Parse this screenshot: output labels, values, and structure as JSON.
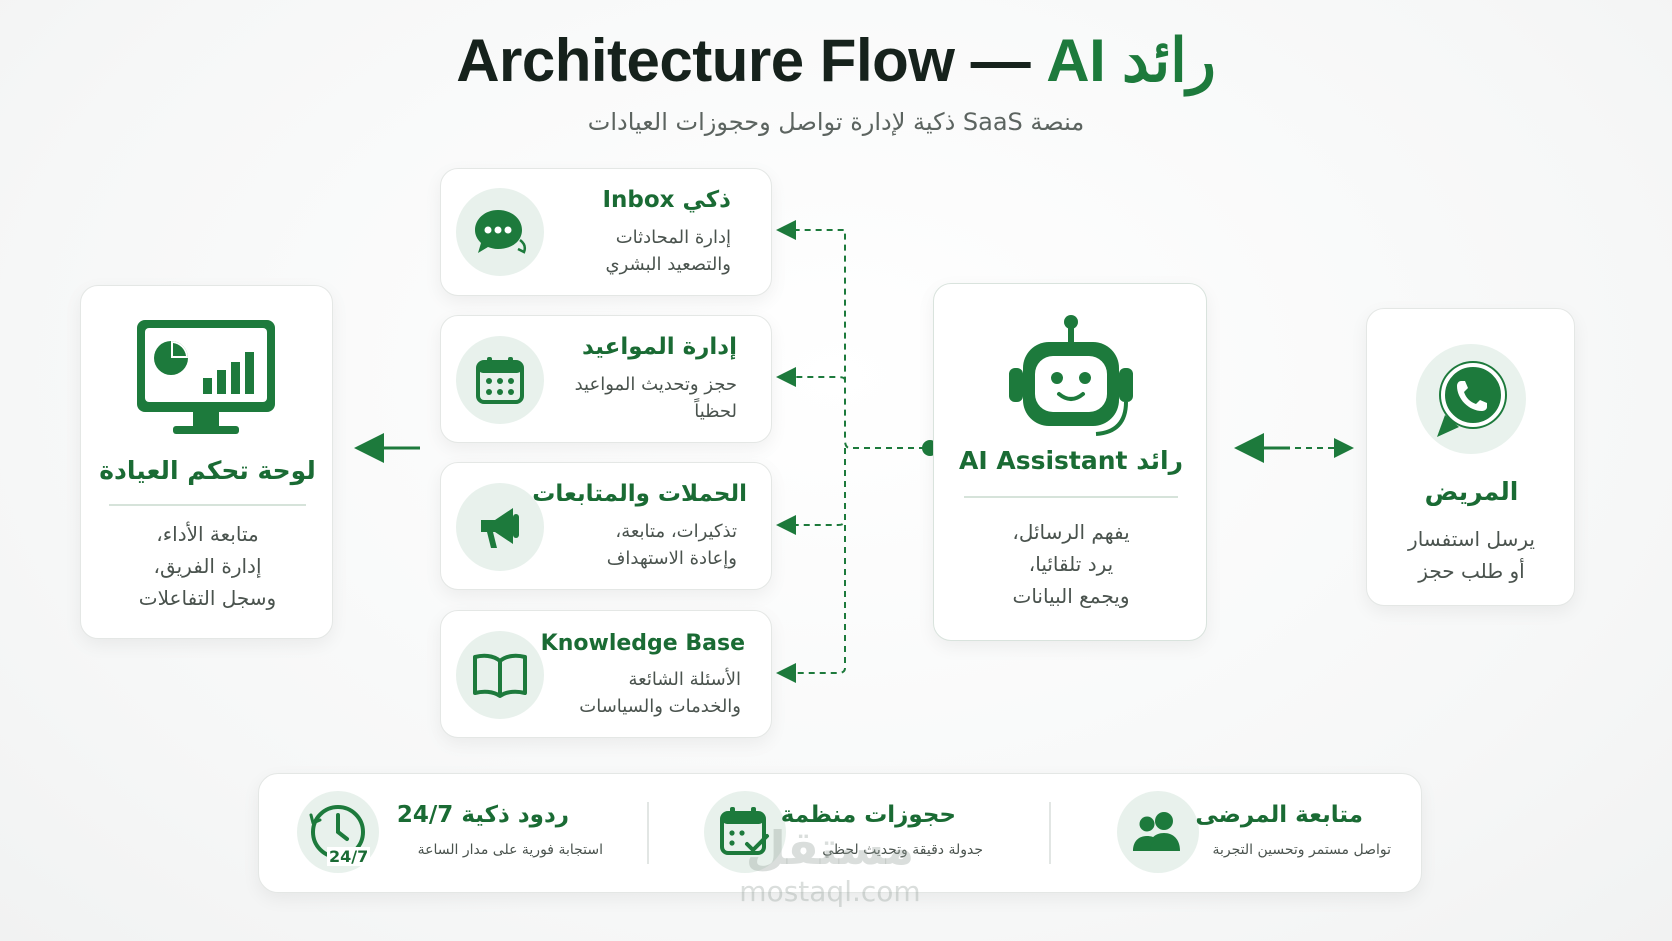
{
  "header": {
    "title_main": "Architecture Flow — ",
    "title_accent": "رائد AI",
    "subtitle": "منصة SaaS ذكية لإدارة تواصل وحجوزات العيادات"
  },
  "dashboard": {
    "title": "لوحة تحكم العيادة",
    "lines": [
      "متابعة الأداء،",
      "إدارة الفريق،",
      "وسجل التفاعلات"
    ],
    "icon": "monitor-analytics-icon"
  },
  "modules": [
    {
      "title": "ذكي Inbox",
      "lines": [
        "إدارة المحادثات",
        "والتصعيد البشري"
      ],
      "icon": "chat-bubble-icon"
    },
    {
      "title": "إدارة المواعيد",
      "lines": [
        "حجز وتحديث المواعيد",
        "لحظياً"
      ],
      "icon": "calendar-icon"
    },
    {
      "title": "الحملات والمتابعات",
      "lines": [
        "تذكيرات، متابعة،",
        "وإعادة الاستهداف"
      ],
      "icon": "megaphone-icon"
    },
    {
      "title": "Knowledge Base",
      "lines": [
        "الأسئلة الشائعة",
        "والخدمات والسياسات"
      ],
      "icon": "book-icon"
    }
  ],
  "assistant": {
    "title": "رائد AI Assistant",
    "lines": [
      "يفهم الرسائل،",
      "يرد تلقائيا،",
      "ويجمع البيانات"
    ],
    "icon": "robot-headset-icon"
  },
  "patient": {
    "title": "المريض",
    "lines": [
      "يرسل استفسار",
      "أو طلب حجز"
    ],
    "icon": "whatsapp-icon"
  },
  "features": [
    {
      "title": "ردود ذكية 24/7",
      "text": "استجابة فورية على مدار الساعة",
      "icon": "clock-24-7-icon",
      "badge": "24/7"
    },
    {
      "title": "حجوزات منظمة",
      "text": "جدولة دقيقة وتحديث لحظي",
      "icon": "calendar-check-icon"
    },
    {
      "title": "متابعة المرضى",
      "text": "تواصل مستمر وتحسين التجربة",
      "icon": "users-icon"
    }
  ],
  "watermark": {
    "logo": "مستقل",
    "domain": "mostaql.com"
  },
  "colors": {
    "brand_green": "#1d7a3c",
    "dark_text": "#16221c",
    "muted_text": "#4a534e",
    "icon_bg": "#e8f1ec"
  }
}
